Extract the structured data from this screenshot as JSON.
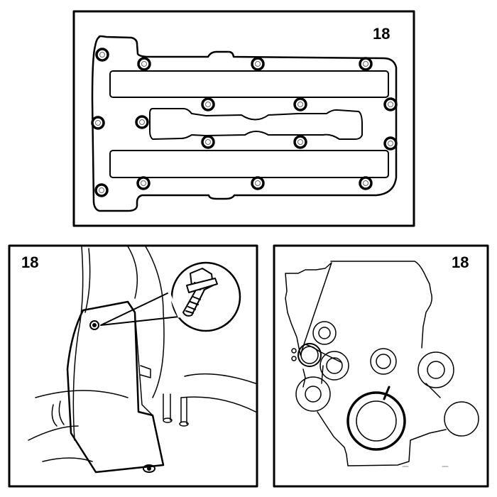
{
  "panels": [
    {
      "label": "18",
      "subject": "valve-cover-gasket"
    },
    {
      "label": "18",
      "subject": "bolt-detail"
    },
    {
      "label": "18",
      "subject": "engine-front-pulleys"
    }
  ],
  "colors": {
    "ink": "#000000",
    "paper": "#ffffff"
  }
}
